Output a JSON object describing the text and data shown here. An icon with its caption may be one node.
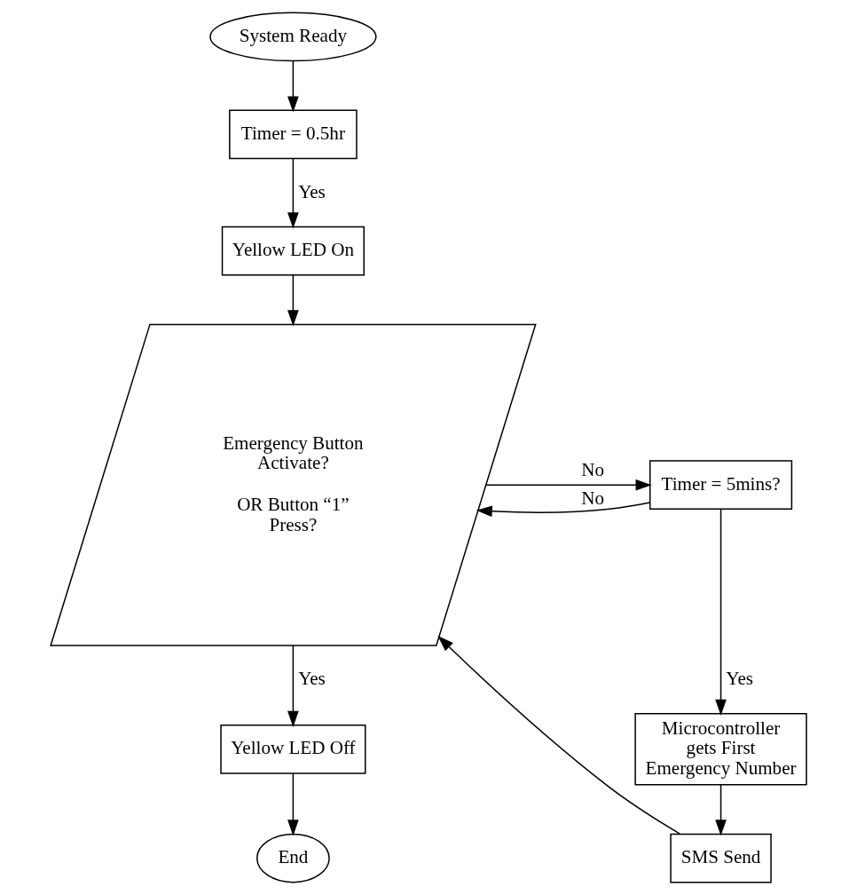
{
  "diagram": {
    "nodes": [
      {
        "text": [
          "System Ready"
        ]
      },
      {
        "text": [
          "Timer = 0.5hr"
        ]
      },
      {
        "text": [
          "Yellow LED On"
        ]
      },
      {
        "text": [
          "Emergency Button Activate?",
          "OR Button “1” Press?"
        ]
      },
      {
        "text": [
          "Yellow LED Off"
        ]
      },
      {
        "text": [
          "End"
        ]
      },
      {
        "text": [
          "Timer = 5mins?"
        ]
      },
      {
        "text": [
          "Microcontroller gets First Emergency Number"
        ]
      },
      {
        "text": [
          "SMS Send"
        ]
      }
    ],
    "edges": [
      {
        "from": 0,
        "to": 1,
        "arrow": "to"
      },
      {
        "from": 1,
        "to": 2,
        "arrow": "to",
        "label": "Yes"
      },
      {
        "from": 2,
        "to": 3,
        "arrow": "to"
      },
      {
        "from": 3,
        "to": 4,
        "arrow": "to",
        "label": "Yes"
      },
      {
        "from": 4,
        "to": 5,
        "arrow": "to"
      },
      {
        "from": 3,
        "to": 6,
        "arrow": "to",
        "label": "No"
      },
      {
        "from": 6,
        "to": 7,
        "arrow": "to",
        "label": "Yes"
      },
      {
        "from": 7,
        "to": 8,
        "arrow": "to"
      },
      {
        "from": 6,
        "to": 3,
        "arrow": "to",
        "label": "No"
      },
      {
        "from": 8,
        "to": 3,
        "arrow": "to"
      }
    ]
  }
}
